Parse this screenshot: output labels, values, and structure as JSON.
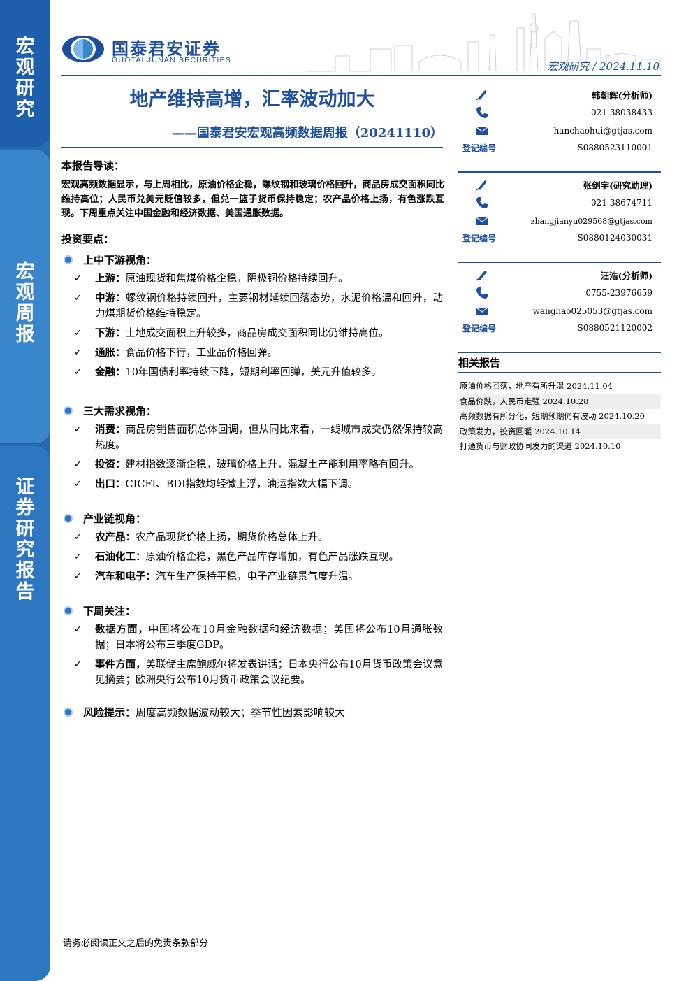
{
  "sidebar": {
    "tabs": [
      {
        "label": "宏观研究"
      },
      {
        "label": "宏观周报"
      },
      {
        "label": "证券研究报告"
      }
    ]
  },
  "brand": {
    "name_cn": "国泰君安证券",
    "name_en": "GUOTAI JUNAN SECURITIES",
    "color": "#1d4f9c"
  },
  "header": {
    "tag": "宏观研究 / 2024.11.10"
  },
  "report": {
    "title": "地产维持高增，汇率波动加大",
    "subtitle": "——国泰君安宏观高频数据周报（20241110）"
  },
  "guide": {
    "heading": "本报告导读：",
    "summary": "宏观高频数据显示，与上周相比，原油价格企稳，螺纹钢和玻璃价格回升，商品房成交面积同比维持高位；人民币兑美元贬值较多，但兑一篮子货币保持稳定；农产品价格上扬，有色涨跌互现。下周重点关注中国金融和经济数据、美国通胀数据。"
  },
  "points": {
    "heading": "投资要点：",
    "sections": [
      {
        "title": "上中下游视角：",
        "items": [
          {
            "label": "上游：",
            "text": "原油现货和焦煤价格企稳，阴极铜价格持续回升。"
          },
          {
            "label": "中游：",
            "text": "螺纹钢价格持续回升，主要钢材延续回落态势，水泥价格温和回升，动力煤期货价格维持稳定。"
          },
          {
            "label": "下游：",
            "text": "土地成交面积上升较多，商品房成交面积同比仍维持高位。"
          },
          {
            "label": "通胀：",
            "text": "食品价格下行，工业品价格回弹。"
          },
          {
            "label": "金融：",
            "text": "10年国债利率持续下降，短期利率回弹，美元升值较多。"
          }
        ]
      },
      {
        "title": "三大需求视角：",
        "items": [
          {
            "label": "消费：",
            "text": "商品房销售面积总体回调，但从同比来看，一线城市成交仍然保持较高热度。"
          },
          {
            "label": "投资：",
            "text": "建材指数逐渐企稳，玻璃价格上升，混凝土产能利用率略有回升。"
          },
          {
            "label": "出口：",
            "text": "CICFI、BDI指数均轻微上浮，油运指数大幅下调。"
          }
        ]
      },
      {
        "title": "产业链视角：",
        "items": [
          {
            "label": "农产品：",
            "text": "农产品现货价格上扬，期货价格总体上升。"
          },
          {
            "label": "石油化工：",
            "text": "原油价格企稳，黑色产品库存增加，有色产品涨跌互现。"
          },
          {
            "label": "汽车和电子：",
            "text": "汽车生产保持平稳，电子产业链景气度升温。"
          }
        ]
      },
      {
        "title": "下周关注：",
        "items": [
          {
            "label": "数据方面，",
            "text": "中国将公布10月金融数据和经济数据；美国将公布10月通胀数据；日本将公布三季度GDP。"
          },
          {
            "label": "事件方面，",
            "text": "美联储主席鲍威尔将发表讲话；日本央行公布10月货币政策会议意见摘要；欧洲央行公布10月货币政策会议纪要。"
          }
        ]
      }
    ],
    "risk": {
      "label": "风险提示：",
      "text": "周度高频数据波动较大；季节性因素影响较大"
    }
  },
  "analysts": {
    "reg_label": "登记编号",
    "list": [
      {
        "name": "韩朝辉(分析师)",
        "phone": "021-38038433",
        "email": "hanchaohui@gtjas.com",
        "reg": "S0880523110001"
      },
      {
        "name": "张剑宇(研究助理)",
        "phone": "021-38674711",
        "email": "zhangjianyu029568@gtjas.com",
        "reg": "S0880124030031"
      },
      {
        "name": "汪浩(分析师)",
        "phone": "0755-23976659",
        "email": "wanghao025053@gtjas.com",
        "reg": "S0880521120002"
      }
    ]
  },
  "related": {
    "heading": "相关报告",
    "items": [
      {
        "text": "原油价格回落，地产有所升温  2024.11.04"
      },
      {
        "text": "食品价跌，人民币走强  2024.10.28"
      },
      {
        "text": "高频数据有所分化，短期预期仍有波动 2024.10.20"
      },
      {
        "text": "政策发力，投资回暖  2024.10.14"
      },
      {
        "text": "打通货币与财政协同发力的渠道  2024.10.10"
      }
    ]
  },
  "footer": {
    "text": "请务必阅读正文之后的免责条款部分"
  }
}
